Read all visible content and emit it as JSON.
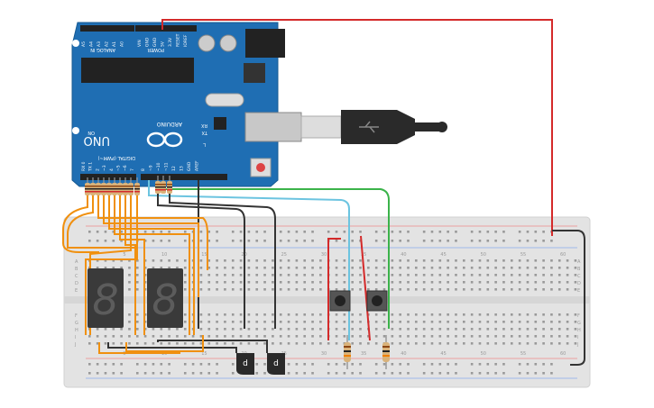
{
  "board": {
    "brand": "ARDUINO",
    "model": "UNO",
    "analog_header": "ANALOG IN",
    "power_header": "POWER",
    "digital_header": "DIGITAL (PWM~)",
    "analog_pins": [
      "A5",
      "A4",
      "A3",
      "A2",
      "A1",
      "A0"
    ],
    "power_pins": [
      "VIN",
      "GND",
      "GND",
      "5V",
      "3.3V",
      "RESET",
      "IOREF"
    ],
    "digital_pins_low": [
      "RX 0",
      "TX 1",
      "2",
      "~3",
      "4",
      "~5",
      "~6",
      "7"
    ],
    "digital_pins_high": [
      "8",
      "~9",
      "~10",
      "~11",
      "12",
      "13",
      "GND",
      "AREF"
    ],
    "on_label": "ON",
    "rx_label": "RX",
    "tx_label": "TX",
    "l_label": "L"
  },
  "breadboard": {
    "columns_top": [
      "5",
      "10",
      "15",
      "20",
      "25",
      "30",
      "35",
      "40",
      "45",
      "50",
      "55",
      "60"
    ],
    "columns_bottom": [
      "5",
      "10",
      "15",
      "20",
      "25",
      "30",
      "35",
      "40",
      "45",
      "50",
      "55",
      "60"
    ],
    "rows_top": [
      "A",
      "B",
      "C",
      "D",
      "E"
    ],
    "rows_bottom": [
      "F",
      "G",
      "H",
      "I",
      "J"
    ]
  },
  "displays": [
    {
      "digit": "8"
    },
    {
      "digit": "8"
    }
  ],
  "transistors": [
    {
      "label": "d"
    },
    {
      "label": "d"
    }
  ],
  "colors": {
    "board": "#1f6eb3",
    "wire_red": "#d42a2a",
    "wire_orange": "#f0900f",
    "wire_green": "#3bb34a",
    "wire_cyan": "#6cc4e0",
    "wire_black": "#333333"
  }
}
